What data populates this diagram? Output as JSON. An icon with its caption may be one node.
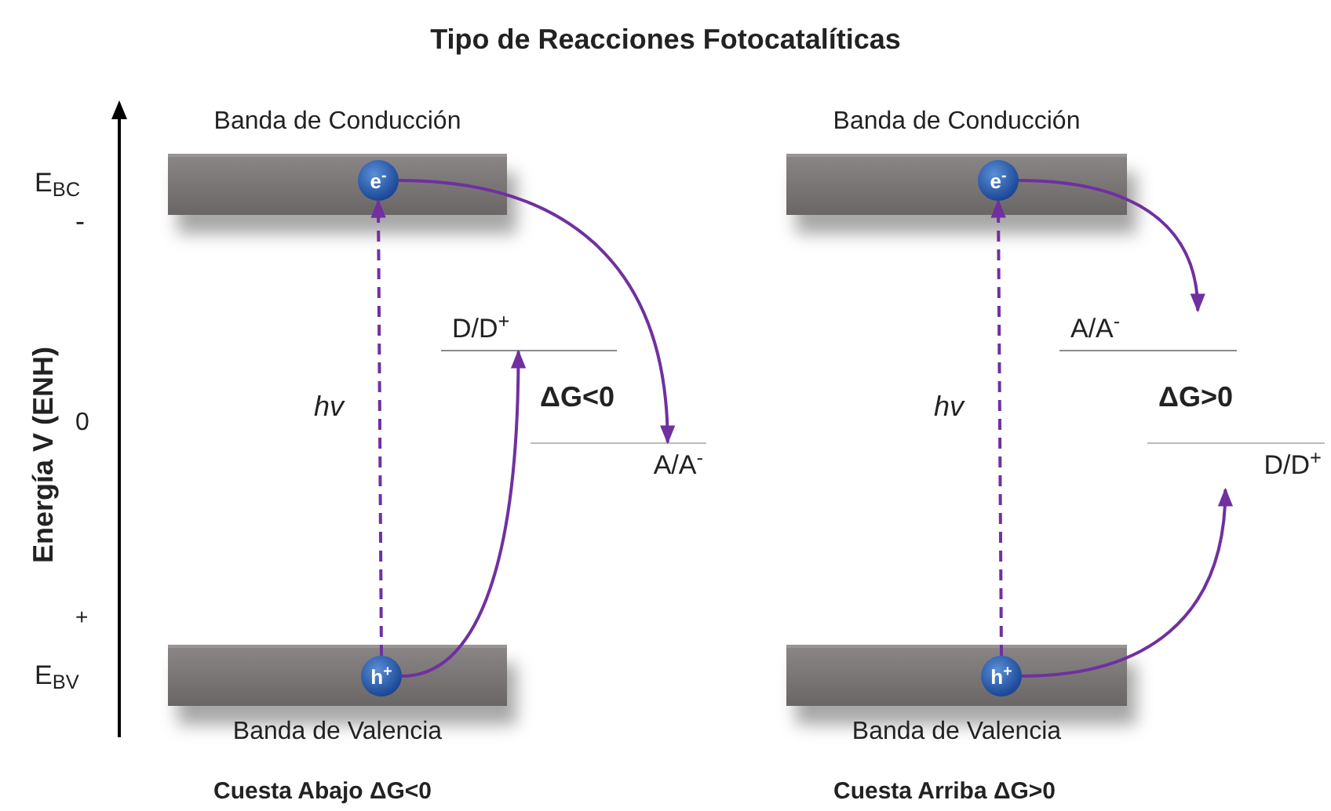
{
  "diagram": {
    "title": "Tipo de Reacciones Fotocatalíticas",
    "nodes": [
      {
        "text": [
          "Banda de Conducción"
        ]
      },
      {
        "text": [
          "e$^{-}$"
        ],
        "in": 0
      },
      {
        "text": [
          "Banda de Conducción"
        ]
      },
      {
        "text": [
          "e$^{-}$"
        ],
        "in": 2
      },
      {
        "text": [
          "D/D$^{+}$"
        ]
      },
      {
        "text": [
          "A/A$^{-}$"
        ]
      },
      {
        "text": [
          "A/A$^{-}$"
        ]
      },
      {
        "text": [
          "D/D$^{+}$"
        ]
      },
      {
        "text": [
          "Banda de Valencia"
        ]
      },
      {
        "text": [
          "h$^{+}$"
        ],
        "in": 8
      },
      {
        "text": [
          "Banda de Valencia"
        ]
      },
      {
        "text": [
          "h$^{+}$"
        ],
        "in": 10
      }
    ],
    "edges": [
      {
        "from": 9,
        "to": 1,
        "arrow": "to",
        "style": "dashed",
        "label": "hv"
      },
      {
        "from": 1,
        "to": 6,
        "arrow": "to"
      },
      {
        "from": 9,
        "to": 4,
        "arrow": "to"
      },
      {
        "from": 11,
        "to": 3,
        "arrow": "to",
        "style": "dashed",
        "label": "hv"
      },
      {
        "from": 3,
        "to": 5,
        "arrow": "to"
      },
      {
        "from": 11,
        "to": 7,
        "arrow": "to"
      }
    ],
    "labels": [
      "Energía V (ENH)",
      "E$_{BC}$",
      "-",
      "0",
      "+",
      "E$_{BV}$",
      "ΔG<0",
      "ΔG>0",
      "Cuesta Abajo ΔG<0",
      "Cuesta Arriba ΔG>0"
    ]
  }
}
